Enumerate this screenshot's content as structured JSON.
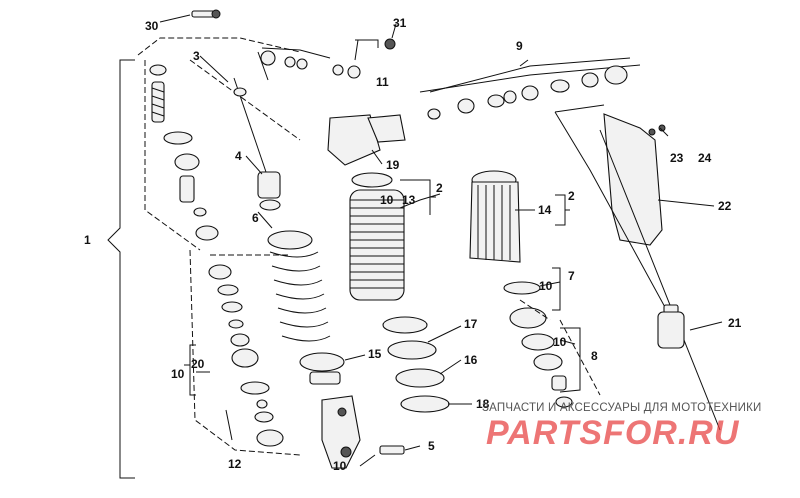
{
  "part_callouts": [
    {
      "id": "c1",
      "label": "1"
    },
    {
      "id": "c2a",
      "label": "2"
    },
    {
      "id": "c2b",
      "label": "2"
    },
    {
      "id": "c3",
      "label": "3"
    },
    {
      "id": "c4",
      "label": "4"
    },
    {
      "id": "c5",
      "label": "5"
    },
    {
      "id": "c6",
      "label": "6"
    },
    {
      "id": "c7",
      "label": "7"
    },
    {
      "id": "c8",
      "label": "8"
    },
    {
      "id": "c9",
      "label": "9"
    },
    {
      "id": "c10a",
      "label": "10"
    },
    {
      "id": "c10b",
      "label": "10"
    },
    {
      "id": "c10c",
      "label": "10"
    },
    {
      "id": "c10d",
      "label": "10"
    },
    {
      "id": "c10e",
      "label": "10"
    },
    {
      "id": "c11",
      "label": "11"
    },
    {
      "id": "c12",
      "label": "12"
    },
    {
      "id": "c13",
      "label": "13"
    },
    {
      "id": "c14",
      "label": "14"
    },
    {
      "id": "c15",
      "label": "15"
    },
    {
      "id": "c16",
      "label": "16"
    },
    {
      "id": "c17",
      "label": "17"
    },
    {
      "id": "c18",
      "label": "18"
    },
    {
      "id": "c19",
      "label": "19"
    },
    {
      "id": "c20",
      "label": "20"
    },
    {
      "id": "c21",
      "label": "21"
    },
    {
      "id": "c22",
      "label": "22"
    },
    {
      "id": "c23",
      "label": "23"
    },
    {
      "id": "c24",
      "label": "24"
    },
    {
      "id": "c30",
      "label": "30"
    },
    {
      "id": "c31",
      "label": "31"
    }
  ],
  "watermark": {
    "tagline": "ЗАПЧАСТИ И АКСЕССУАРЫ ДЛЯ МОТОТЕХНИКИ",
    "logo": "PARTSFOR.RU",
    "color": "#e63b3b"
  }
}
